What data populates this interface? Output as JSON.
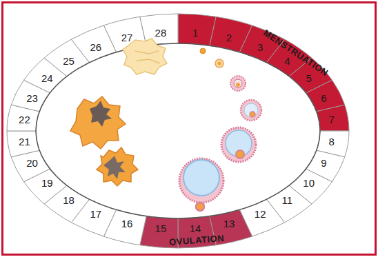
{
  "diagram": {
    "nodes": [
      {
        "text": [
          "1"
        ]
      },
      {
        "text": [
          "2"
        ]
      },
      {
        "text": [
          "3"
        ]
      },
      {
        "text": [
          "4"
        ]
      },
      {
        "text": [
          "5"
        ]
      },
      {
        "text": [
          "6"
        ]
      },
      {
        "text": [
          "7"
        ]
      },
      {
        "text": [
          "8"
        ]
      },
      {
        "text": [
          "9"
        ]
      },
      {
        "text": [
          "10"
        ]
      },
      {
        "text": [
          "11"
        ]
      },
      {
        "text": [
          "12"
        ]
      },
      {
        "text": [
          "13"
        ]
      },
      {
        "text": [
          "14"
        ]
      },
      {
        "text": [
          "15"
        ]
      },
      {
        "text": [
          "16"
        ]
      },
      {
        "text": [
          "17"
        ]
      },
      {
        "text": [
          "18"
        ]
      },
      {
        "text": [
          "19"
        ]
      },
      {
        "text": [
          "20"
        ]
      },
      {
        "text": [
          "21"
        ]
      },
      {
        "text": [
          "22"
        ]
      },
      {
        "text": [
          "23"
        ]
      },
      {
        "text": [
          "24"
        ]
      },
      {
        "text": [
          "25"
        ]
      },
      {
        "text": [
          "26"
        ]
      },
      {
        "text": [
          "27"
        ]
      },
      {
        "text": [
          "28"
        ]
      }
    ],
    "labels": [
      "MENSTRUATION",
      "OVULATION"
    ]
  }
}
